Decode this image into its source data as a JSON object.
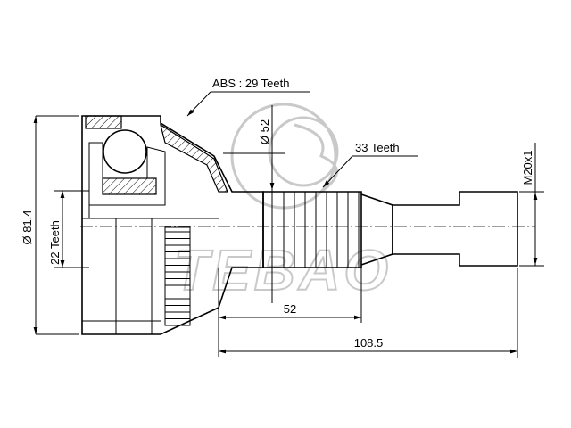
{
  "drawing": {
    "labels": {
      "abs_teeth": "ABS : 29 Teeth",
      "outer_diameter_spec": "Ø 52",
      "spline_teeth": "33 Teeth",
      "thread": "M20x1",
      "overall_diameter": "Ø 81.4",
      "inner_teeth": "22 Teeth",
      "spline_length": "52",
      "overall_length": "108.5"
    },
    "watermark": {
      "brand": "TEBAO"
    }
  }
}
